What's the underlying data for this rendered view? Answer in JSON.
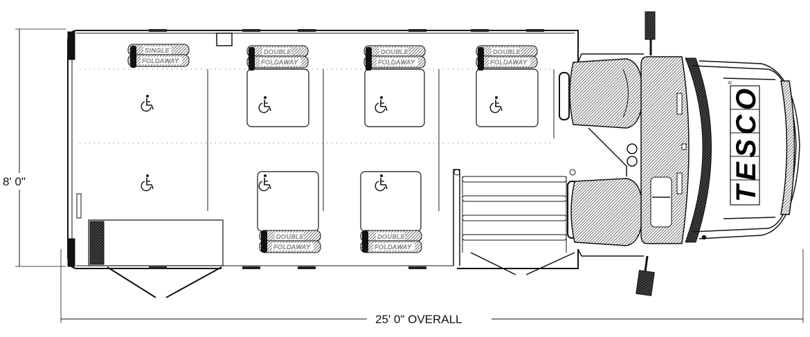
{
  "dimensions": {
    "width_label": "8' 0\"",
    "length_label": "25' 0\" OVERALL"
  },
  "seats": [
    {
      "line1": "SINGLE",
      "line2": "FOLDAWAY"
    },
    {
      "line1": "DOUBLE",
      "line2": "FOLDAWAY"
    },
    {
      "line1": "DOUBLE",
      "line2": "FOLDAWAY"
    },
    {
      "line1": "DOUBLE",
      "line2": "FOLDAWAY"
    },
    {
      "line1": "DOUBLE",
      "line2": "FOLDAWAY"
    },
    {
      "line1": "DOUBLE",
      "line2": "FOLDAWAY"
    }
  ],
  "wheelchair_positions_count": 7,
  "brand": {
    "logo_text": "TESCO",
    "registered": "®"
  },
  "colors": {
    "line": "#111111",
    "hatch": "#333333",
    "background": "#ffffff"
  }
}
